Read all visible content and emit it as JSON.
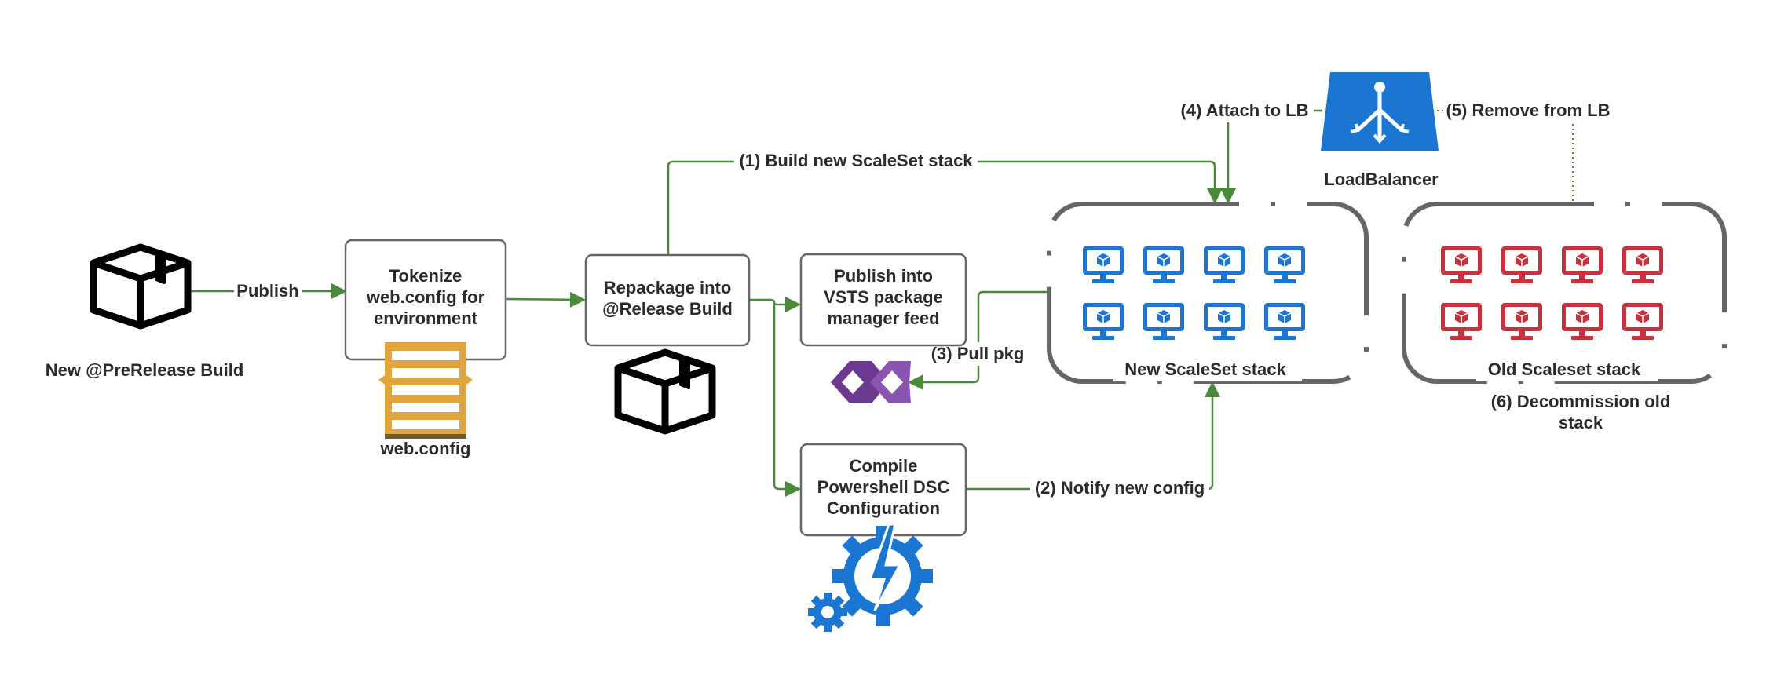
{
  "colors": {
    "edge": "#4a8a3a",
    "box_stroke": "#666666",
    "group_stroke": "#666666",
    "new_vm": "#1b76d2",
    "old_vm": "#c8323c",
    "lb": "#1b76d2",
    "webconfig": "#e0a53c",
    "vsts": "#6b3a8f",
    "dsc": "#1b76d2",
    "package": "#000000"
  },
  "nodes": {
    "prerelease_pkg": {
      "icon": "package-icon",
      "label": "New @PreRelease Build"
    },
    "tokenize": {
      "lines": [
        "Tokenize",
        "web.config for",
        "environment"
      ]
    },
    "webconfig": {
      "icon": "web-config-icon",
      "label": "web.config"
    },
    "repackage": {
      "lines": [
        "Repackage into",
        "@Release Build"
      ]
    },
    "release_pkg": {
      "icon": "package-icon"
    },
    "publish_vsts": {
      "lines": [
        "Publish into",
        "VSTS package",
        "manager feed"
      ]
    },
    "vsts": {
      "icon": "vsts-icon"
    },
    "compile_dsc": {
      "lines": [
        "Compile",
        "Powershell DSC",
        "Configuration"
      ]
    },
    "dsc": {
      "icon": "powershell-dsc-icon"
    },
    "loadbalancer": {
      "icon": "load-balancer-icon",
      "label": "LoadBalancer"
    },
    "new_stack": {
      "label": "New ScaleSet stack",
      "vm_count": 8
    },
    "old_stack": {
      "label": "Old Scaleset stack",
      "vm_count": 8
    }
  },
  "edges": {
    "publish": "Publish",
    "build_new_stack": "(1) Build new ScaleSet stack",
    "notify_config": "(2) Notify new config",
    "pull_pkg": "(3) Pull pkg",
    "attach_lb": "(4) Attach to LB",
    "remove_lb": "(5) Remove from LB",
    "decommission": [
      "(6) Decommission old",
      "stack"
    ]
  }
}
